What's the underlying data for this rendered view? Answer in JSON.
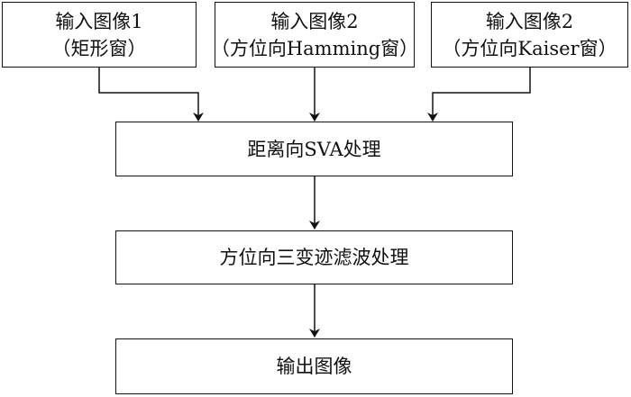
{
  "inputs": [
    {
      "line1": "输入图像1",
      "line2": "（矩形窗）"
    },
    {
      "line1": "输入图像2",
      "line2": "（方位向Hamming窗）"
    },
    {
      "line1": "输入图像2",
      "line2": "（方位向Kaiser窗）"
    }
  ],
  "steps": {
    "range_sva": "距离向SVA处理",
    "azimuth_filter": "方位向三变迹滤波处理",
    "output": "输出图像"
  }
}
